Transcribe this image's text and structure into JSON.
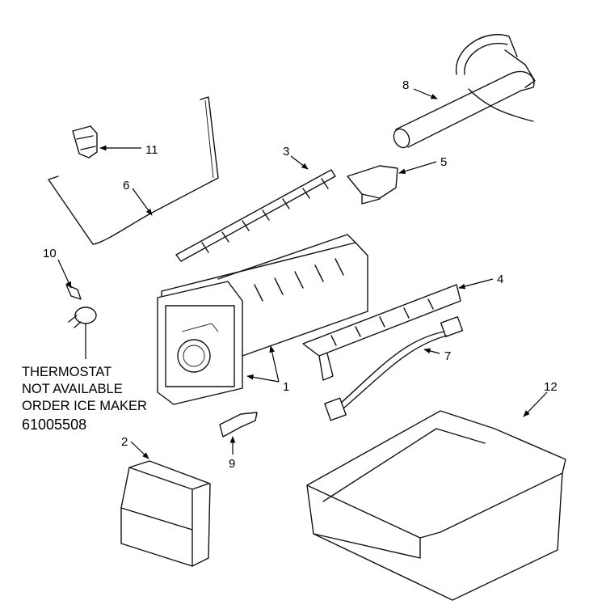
{
  "callouts": [
    "1",
    "2",
    "3",
    "4",
    "5",
    "6",
    "7",
    "8",
    "9",
    "10",
    "11",
    "12"
  ],
  "note": {
    "line1": "THERMOSTAT",
    "line2": "NOT AVAILABLE",
    "line3": "ORDER ICE MAKER",
    "part_number": "61005508"
  }
}
